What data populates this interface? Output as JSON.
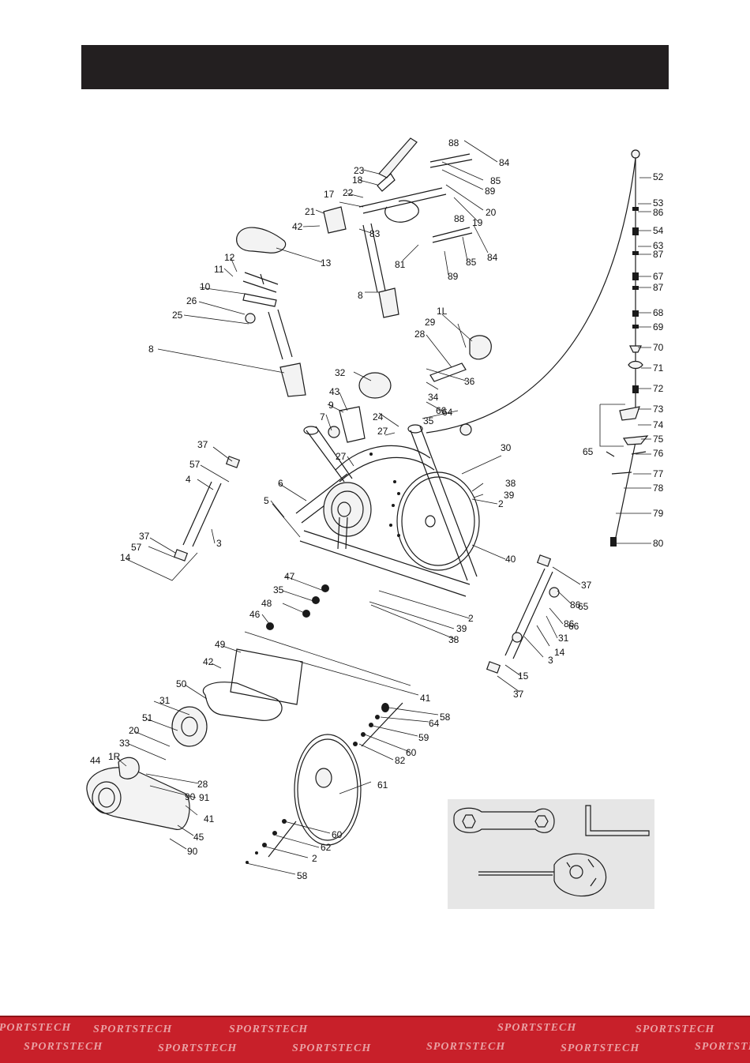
{
  "header": {
    "title": ""
  },
  "footer": {
    "brand": "SPORTSTECH"
  },
  "callouts": [
    "52",
    "53",
    "86",
    "54",
    "63",
    "87",
    "67",
    "87",
    "68",
    "69",
    "70",
    "71",
    "72",
    "73",
    "74",
    "75",
    "65",
    "76",
    "77",
    "78",
    "79",
    "80",
    "88",
    "84",
    "85",
    "89",
    "23",
    "18",
    "22",
    "17",
    "20",
    "19",
    "88",
    "21",
    "42",
    "83",
    "81",
    "85",
    "89",
    "84",
    "13",
    "12",
    "11",
    "10",
    "26",
    "25",
    "8",
    "8",
    "1L",
    "29",
    "28",
    "36",
    "34",
    "32",
    "43",
    "9",
    "7",
    "24",
    "66",
    "64",
    "35",
    "27",
    "27",
    "30",
    "38",
    "39",
    "2",
    "37",
    "57",
    "4",
    "6",
    "5",
    "3",
    "37",
    "57",
    "14",
    "40",
    "47",
    "35",
    "48",
    "46",
    "2",
    "39",
    "38",
    "37",
    "86",
    "65",
    "86",
    "66",
    "31",
    "14",
    "3",
    "15",
    "37",
    "49",
    "42",
    "41",
    "50",
    "31",
    "51",
    "20",
    "33",
    "1R",
    "44",
    "28",
    "90",
    "91",
    "41",
    "45",
    "90",
    "58",
    "64",
    "59",
    "60",
    "82",
    "61",
    "60",
    "62",
    "2",
    "58"
  ]
}
